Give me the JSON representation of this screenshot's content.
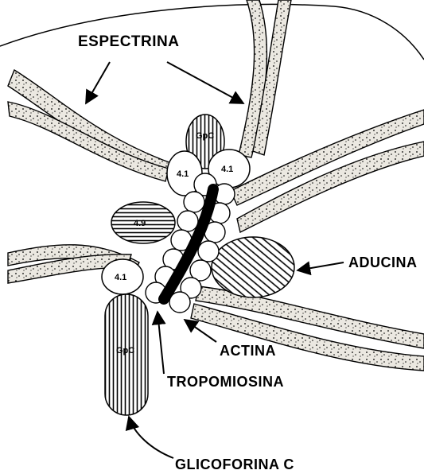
{
  "labels": {
    "espectrina": "ESPECTRINA",
    "aducina": "ADUCINA",
    "actina": "ACTINA",
    "tropomiosina": "TROPOMIOSINA",
    "glicoforina_c": "GLICOFORINA C"
  },
  "proteins": {
    "gpc_top": "GpC",
    "band41_left": "4.1",
    "band41_right": "4.1",
    "band49": "4.9",
    "band41_bottom": "4.1",
    "gpc_bottom": "GpC"
  },
  "colors": {
    "ink": "#000000",
    "paper": "#ffffff",
    "strand_fill": "#e9e6df"
  }
}
